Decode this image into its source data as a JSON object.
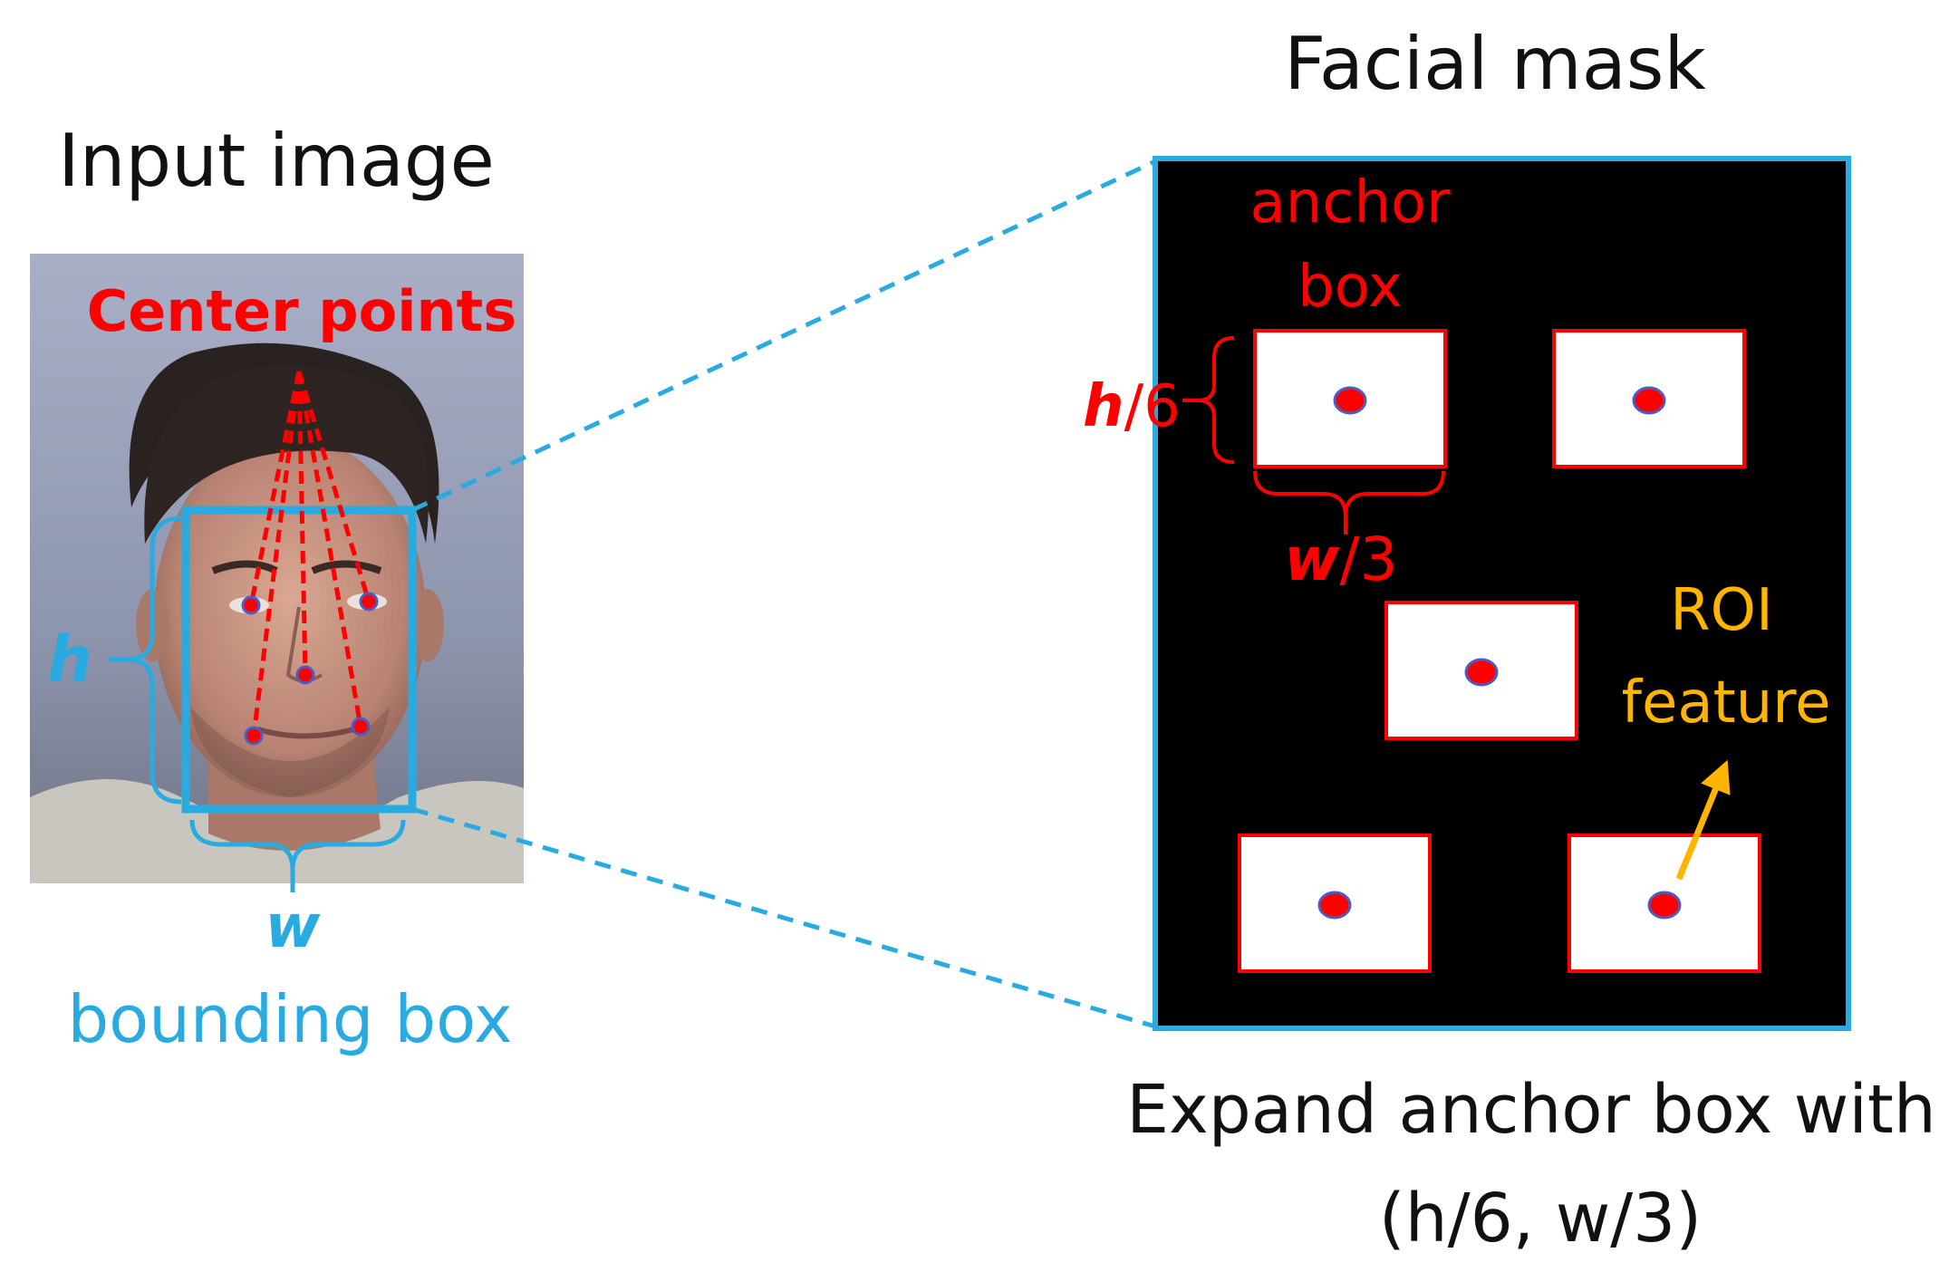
{
  "titles": {
    "input_image": "Input image",
    "facial_mask": "Facial mask"
  },
  "labels": {
    "center_points": "Center points",
    "h": "h",
    "w": "w",
    "bounding_box": "bounding box",
    "anchor_box_line1": "anchor",
    "anchor_box_line2": "box",
    "h_over_6_bold": "h",
    "h_over_6_rest": "/6",
    "w_over_3_bold": "w",
    "w_over_3_rest": "/3",
    "roi_line1": "ROI",
    "roi_line2": "feature",
    "caption_line1": "Expand anchor box with",
    "caption_line2": "(h/6, w/3)"
  },
  "colors": {
    "cyan": "#29abe2",
    "red": "#ff0000",
    "orange": "#ffb400",
    "mask_bg": "#000000",
    "center_dot": "#ff0000",
    "dot_outline": "#4b5cc4"
  },
  "anchor_count": 5,
  "landmark_count": 5
}
